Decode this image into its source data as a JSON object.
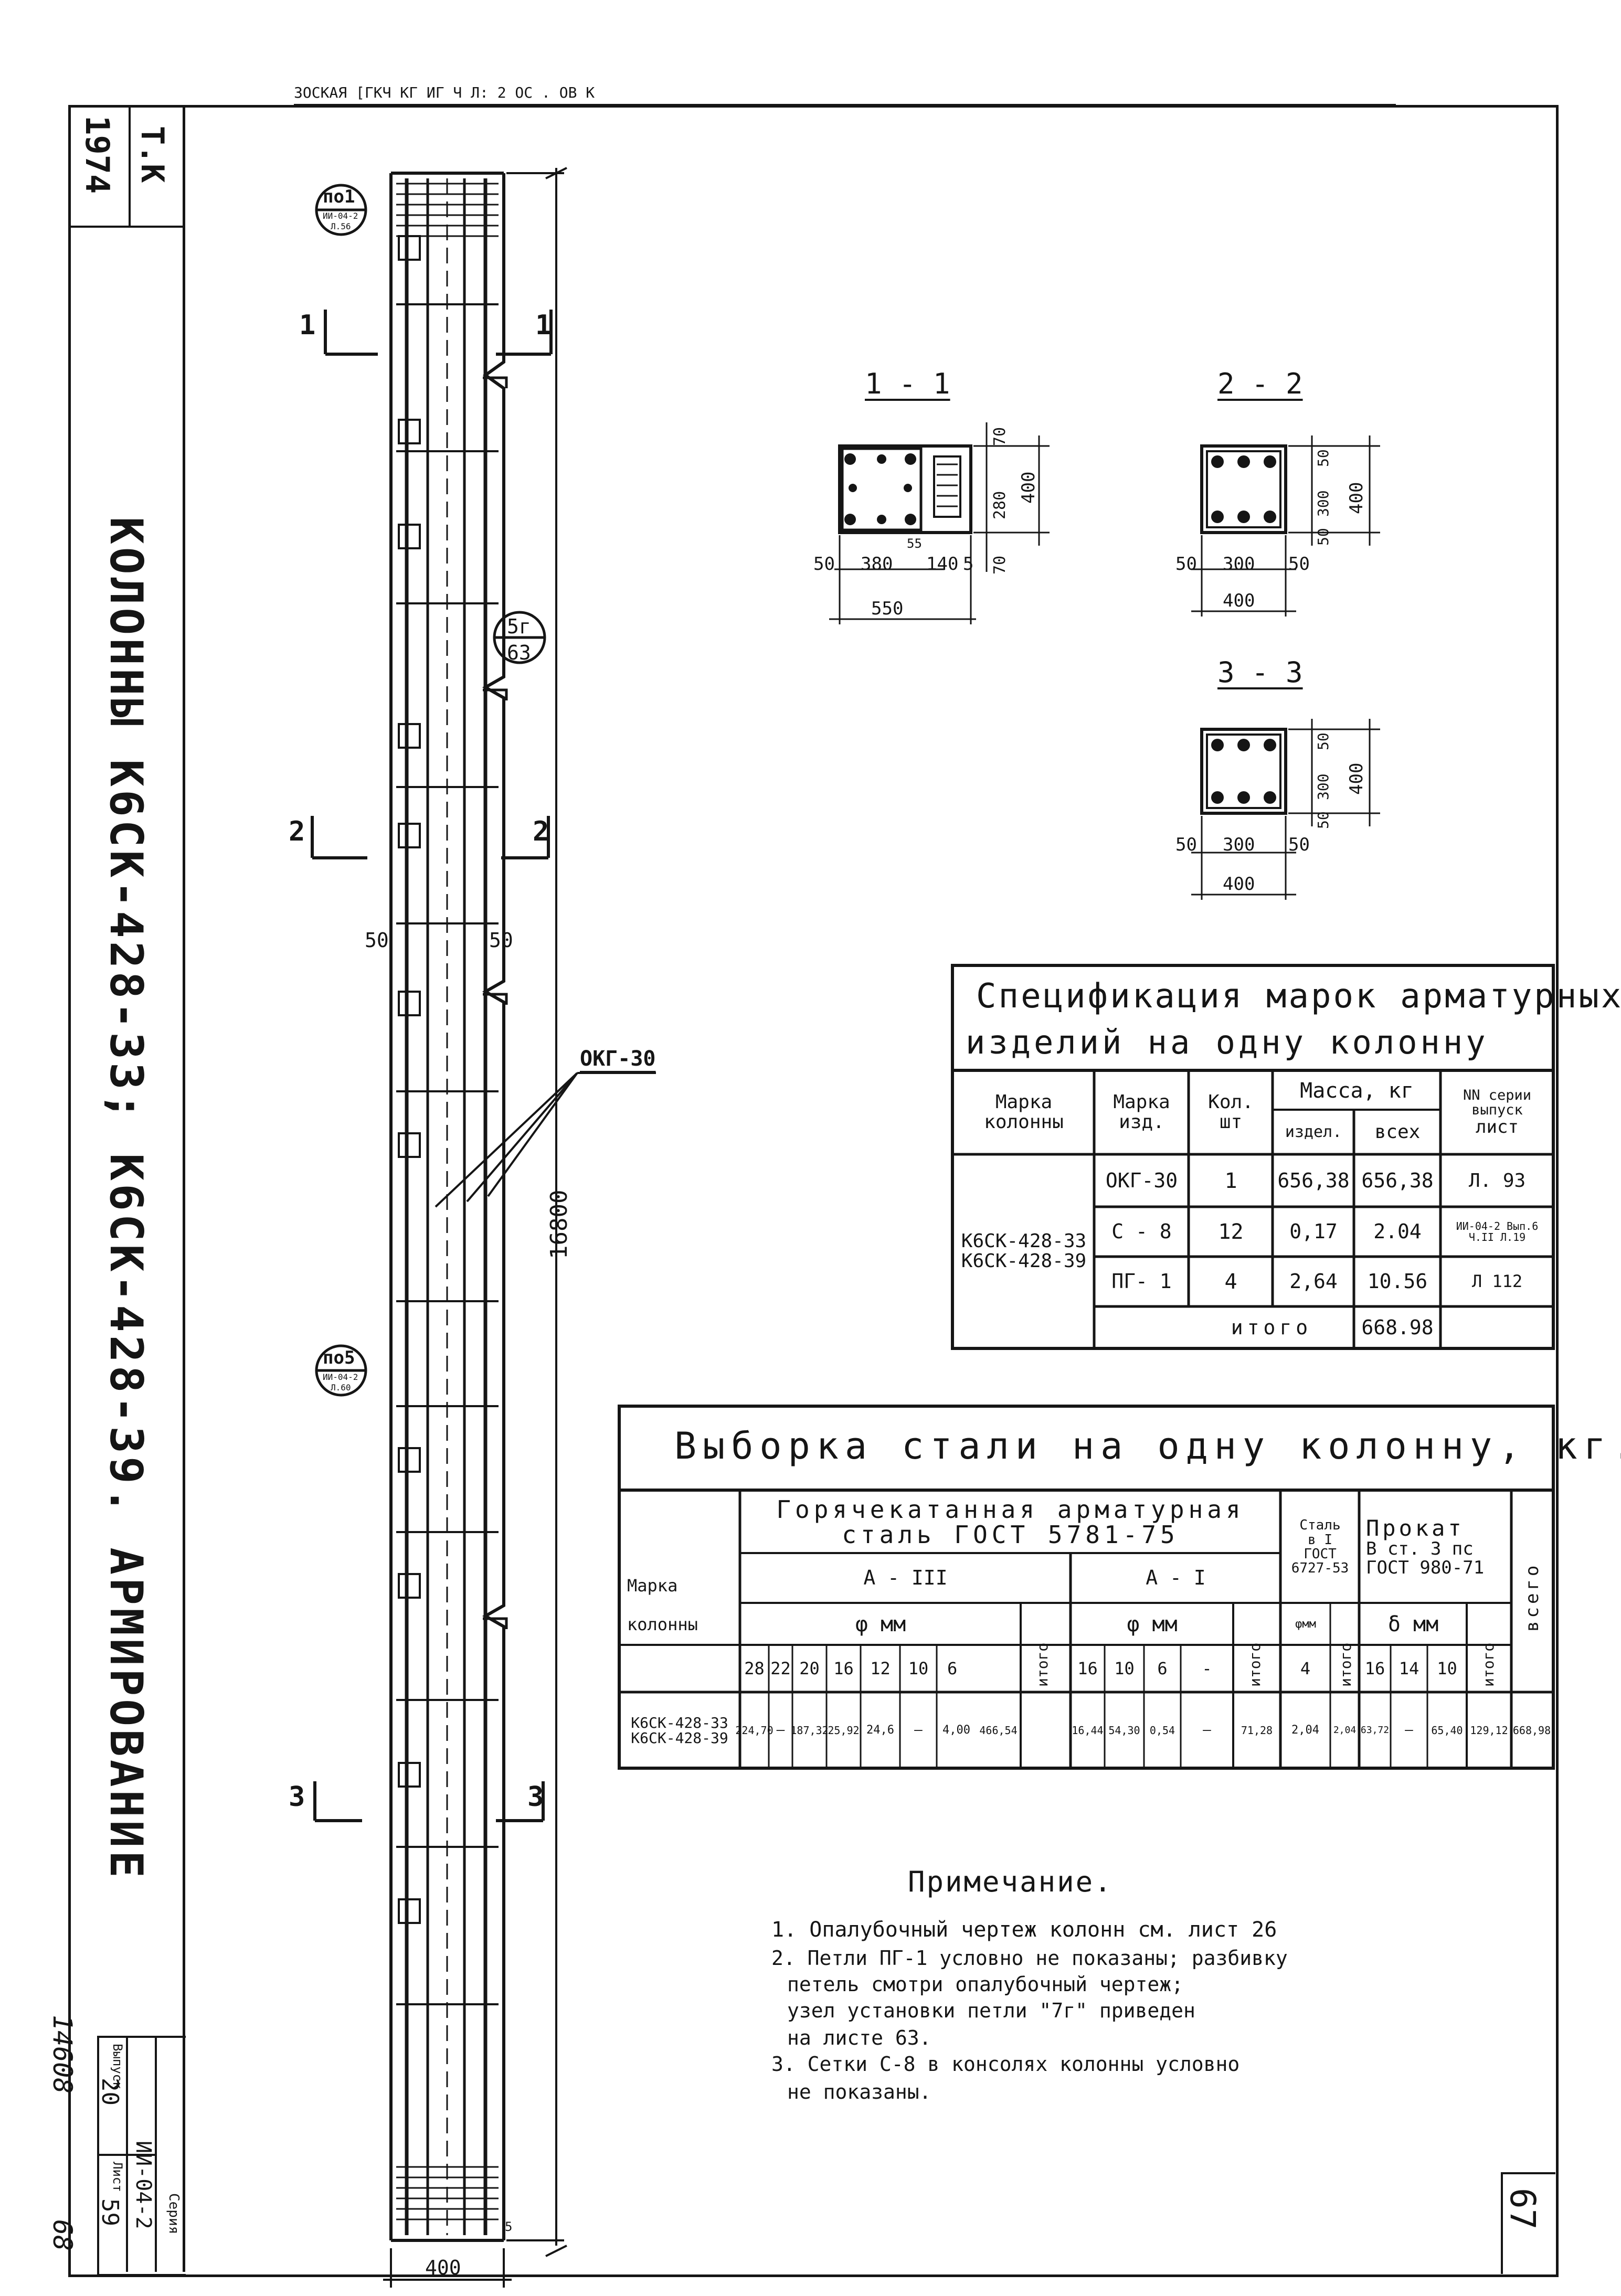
{
  "sheet": {
    "title_vertical": "КОЛОННЫ  К6СК-428-33;  К6СК-428-39.  АРМИРОВАНИЕ",
    "year": "1974",
    "stamp_tk": "Т.К",
    "top_strip": "ЗОСКАЯ  [ГКЧ КГ  ИГ Ч   Л:  2  ОС  .  ОВ К",
    "series_label": "Серия",
    "series_value": "ИИ-04-2",
    "issue_label": "Выпуск",
    "issue_value": "20",
    "sheet_label": "Лист",
    "sheet_value": "59",
    "handwritten_1": "14608",
    "handwritten_2": "68",
    "page_number": "67"
  },
  "column_drawing": {
    "callout_top_main": "по1",
    "callout_top_sub": "ИИ-04-2",
    "callout_top_sheet": "Л.56",
    "callout_mid_main": "по5",
    "callout_mid_sub": "ИИ-04-2",
    "callout_mid_sheet": "Л.60",
    "callout_5g_top": "5г",
    "callout_5g_bottom": "63",
    "cut_1": "1",
    "cut_2": "2",
    "cut_3": "3",
    "dim_left_50": "50",
    "dim_right_50": "50",
    "dim_height": "16800",
    "dim_width": "400",
    "dim_bottom_small": "5",
    "cage_label": "ОКГ-30"
  },
  "sections": {
    "s11": {
      "title": "1 - 1",
      "d50": "50",
      "d380": "380",
      "d140": "140",
      "d5": "5",
      "d55": "55",
      "d550": "550",
      "d70a": "70",
      "d280": "280",
      "d70b": "70",
      "d400": "400"
    },
    "s22": {
      "title": "2 - 2",
      "d50a": "50",
      "d300": "300",
      "d50b": "50",
      "d400w": "400",
      "d50c": "50",
      "d300v": "300",
      "d50d": "50",
      "d400h": "400"
    },
    "s33": {
      "title": "3 - 3",
      "d50a": "50",
      "d300": "300",
      "d50b": "50",
      "d400w": "400",
      "d50c": "50",
      "d300v": "300",
      "d50d": "50",
      "d400h": "400"
    }
  },
  "spec": {
    "title_line1": "Спецификация марок арматурных",
    "title_line2": "изделий на одну колонну",
    "h_mark_col_1": "Марка",
    "h_mark_col_2": "колонны",
    "h_mark_item_1": "Марка",
    "h_mark_item_2": "изд.",
    "h_qty_1": "Кол.",
    "h_qty_2": "шт",
    "h_mass": "Масса, кг",
    "h_mass_item": "издел.",
    "h_mass_all": "всех",
    "h_ref_1": "NN серии",
    "h_ref_2": "выпуск",
    "h_ref_3": "лист",
    "col_mark_1": "К6СК-428-33",
    "col_mark_2": "К6СК-428-39",
    "rows": [
      {
        "item": "ОКГ-30",
        "qty": "1",
        "mass": "656,38",
        "total": "656,38",
        "ref": "Л. 93"
      },
      {
        "item": "С - 8",
        "qty": "12",
        "mass": "0,17",
        "total": "2.04",
        "ref": "ИИ-04-2 Вып.6 Ч.II  Л.19"
      },
      {
        "item": "ПГ- 1",
        "qty": "4",
        "mass": "2,64",
        "total": "10.56",
        "ref": "Л 112"
      }
    ],
    "total_label": "итого",
    "total_value": "668.98"
  },
  "steel": {
    "title": "Выборка  стали  на  одну  колонну, кг.",
    "h_hot_1": "Горячекатанная арматурная",
    "h_hot_2": "сталь ГОСТ 5781-75",
    "h_steel_1": "Сталь",
    "h_steel_2": "в I",
    "h_steel_3": "ГОСТ",
    "h_steel_4": "6727-53",
    "h_prokat_1": "Прокат",
    "h_prokat_2": "В ст. 3 пс",
    "h_prokat_3": "ГОСТ 980-71",
    "h_mark_1": "Марка",
    "h_mark_2": "колонны",
    "h_a3": "А - III",
    "h_a1": "А - I",
    "h_phi_1": "φ мм",
    "h_phi_2": "φ мм",
    "h_phi_3": "φмм",
    "h_delta": "δ мм",
    "h_itogo": "итого",
    "h_vsego": "всего",
    "diam_a3": [
      "28",
      "22",
      "20",
      "16",
      "12",
      "10",
      "6"
    ],
    "diam_a1": [
      "16",
      "10",
      "6",
      "-"
    ],
    "diam_b": [
      "4"
    ],
    "diam_p": [
      "16",
      "14",
      "10"
    ],
    "row_mark_1": "К6СК-428-33",
    "row_mark_2": "К6СК-428-39",
    "vals_a3": [
      "224,70",
      "—",
      "187,32",
      "25,92",
      "24,6",
      "—",
      "4,00"
    ],
    "itogo_a3": "466,54",
    "vals_a1": [
      "16,44",
      "54,30",
      "0,54",
      "—"
    ],
    "itogo_a1": "71,28",
    "vals_b": [
      "2,04"
    ],
    "itogo_b": "2,04",
    "vals_p": [
      "63,72",
      "—",
      "65,40"
    ],
    "itogo_p": "129,12",
    "vsego": "668,98"
  },
  "notes": {
    "title": "Примечание.",
    "n1": "1. Опалубочный чертеж колонн см. лист 26",
    "n2a": "2. Петли ПГ-1 условно не показаны; разбивку",
    "n2b": "петель смотри опалубочный чертеж;",
    "n2c": "узел установки петли \"7г\" приведен",
    "n2d": "на листе 63.",
    "n3a": "3. Сетки  С-8 в консолях  колонны условно",
    "n3b": "не показаны."
  }
}
